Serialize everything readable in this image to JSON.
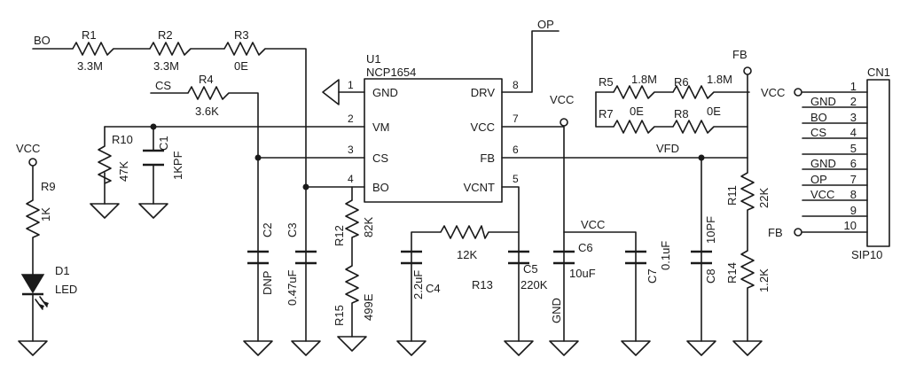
{
  "nets": {
    "bo": "BO",
    "cs": "CS",
    "op": "OP",
    "vcc": "VCC",
    "fb": "FB",
    "vfd": "VFD"
  },
  "ic": {
    "ref": "U1",
    "part": "NCP1654",
    "pins_left": [
      {
        "num": "1",
        "name": "GND"
      },
      {
        "num": "2",
        "name": "VM"
      },
      {
        "num": "3",
        "name": "CS"
      },
      {
        "num": "4",
        "name": "BO"
      }
    ],
    "pins_right": [
      {
        "num": "8",
        "name": "DRV"
      },
      {
        "num": "7",
        "name": "VCC"
      },
      {
        "num": "6",
        "name": "FB"
      },
      {
        "num": "5",
        "name": "VCNT"
      }
    ]
  },
  "resistors": {
    "r1": {
      "ref": "R1",
      "value": "3.3M"
    },
    "r2": {
      "ref": "R2",
      "value": "3.3M"
    },
    "r3": {
      "ref": "R3",
      "value": "0E"
    },
    "r4": {
      "ref": "R4",
      "value": "3.6K"
    },
    "r5": {
      "ref": "R5",
      "value": "1.8M"
    },
    "r6": {
      "ref": "R6",
      "value": "1.8M"
    },
    "r7": {
      "ref": "R7",
      "value": "0E"
    },
    "r8": {
      "ref": "R8",
      "value": "0E"
    },
    "r9": {
      "ref": "R9",
      "value": "1K"
    },
    "r10": {
      "ref": "R10",
      "value": "47K"
    },
    "r11": {
      "ref": "R11",
      "value": "22K"
    },
    "r12": {
      "ref": "R12",
      "value": "82K"
    },
    "r13": {
      "ref": "R13",
      "value": "12K"
    },
    "r14": {
      "ref": "R14",
      "value": "1.2K"
    },
    "r15": {
      "ref": "R15",
      "value": "499E"
    },
    "r13_extra": "220K"
  },
  "capacitors": {
    "c1": {
      "ref": "C1",
      "value": "1KPF"
    },
    "c2": {
      "ref": "C2",
      "value": "DNP"
    },
    "c3": {
      "ref": "C3",
      "value": "0.47uF"
    },
    "c4": {
      "ref": "C4",
      "value": "2.2uF"
    },
    "c5": {
      "ref": "C5"
    },
    "c6": {
      "ref": "C6",
      "value": "10uF"
    },
    "c7": {
      "ref": "C7",
      "value": "0.1uF"
    },
    "c8": {
      "ref": "C8",
      "value": "10PF"
    }
  },
  "led": {
    "ref": "D1",
    "value": "LED"
  },
  "gnd_label": "GND",
  "connector": {
    "ref": "CN1",
    "type": "SIP10",
    "pins": [
      {
        "num": "1",
        "label": "VCC"
      },
      {
        "num": "2",
        "label": "GND"
      },
      {
        "num": "3",
        "label": "BO"
      },
      {
        "num": "4",
        "label": "CS"
      },
      {
        "num": "5",
        "label": ""
      },
      {
        "num": "6",
        "label": "GND"
      },
      {
        "num": "7",
        "label": "OP"
      },
      {
        "num": "8",
        "label": "VCC"
      },
      {
        "num": "9",
        "label": ""
      },
      {
        "num": "10",
        "label": "FB"
      }
    ]
  }
}
